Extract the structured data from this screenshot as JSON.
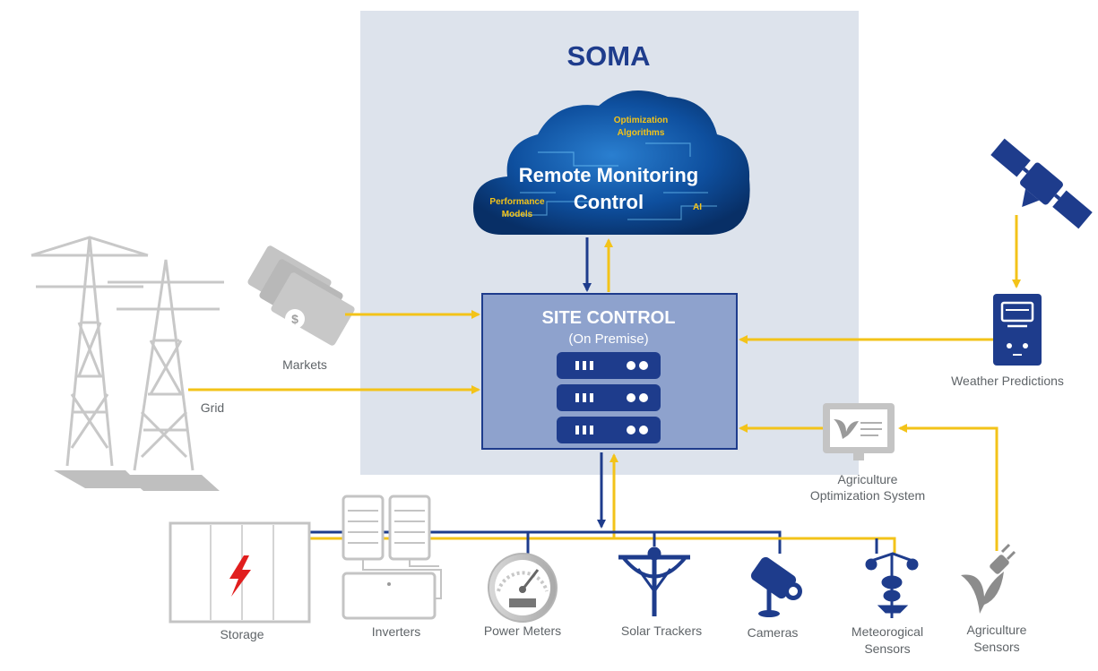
{
  "title": "SOMA",
  "cloud": {
    "line1": "Remote Monitoring",
    "line2": "Control",
    "tag_optimization_1": "Optimization",
    "tag_optimization_2": "Algorithms",
    "tag_performance_1": "Performance",
    "tag_performance_2": "Models",
    "tag_ai": "AI"
  },
  "site_control": {
    "title": "SITE CONTROL",
    "subtitle": "(On Premise)"
  },
  "labels": {
    "markets": "Markets",
    "grid": "Grid",
    "weather": "Weather Predictions",
    "agri_opt_1": "Agriculture",
    "agri_opt_2": "Optimization System",
    "storage": "Storage",
    "inverters": "Inverters",
    "power_meters": "Power Meters",
    "solar_trackers": "Solar Trackers",
    "cameras": "Cameras",
    "meteo_1": "Meteorogical",
    "meteo_2": "Sensors",
    "agri_sensors_1": "Agriculture",
    "agri_sensors_2": "Sensors"
  },
  "colors": {
    "soma_panel": "#dde3ec",
    "navy": "#1e3c8c",
    "yellow": "#f3c319",
    "site_box": "#8ea2cd",
    "gray_icon": "#c4c4c4",
    "label_gray": "#5f6468",
    "cloud_blue": "#0d4a92",
    "red_bolt": "#e11e1e"
  },
  "icons": [
    "transmission-tower-icon",
    "money-stack-icon",
    "server-rack-icon",
    "satellite-icon",
    "weather-station-icon",
    "monitor-plant-icon",
    "battery-storage-icon",
    "inverter-icon",
    "gauge-icon",
    "solar-tracker-icon",
    "camera-icon",
    "wind-vane-icon",
    "plant-plug-icon"
  ]
}
